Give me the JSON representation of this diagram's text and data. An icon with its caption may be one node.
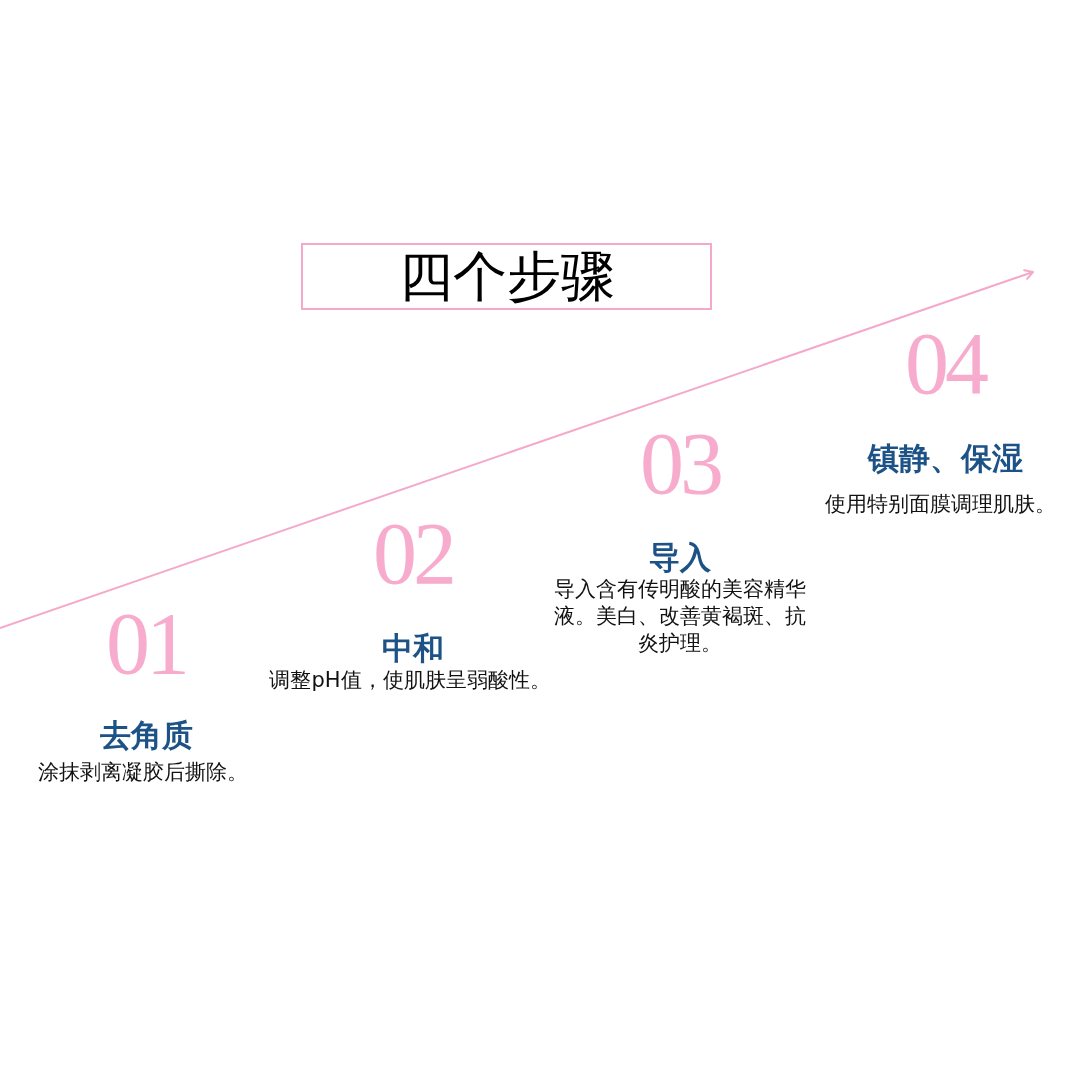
{
  "diagram": {
    "nodes": [
      {
        "text": [
          "四个步骤"
        ]
      }
    ],
    "edges": [],
    "labels": [
      "01",
      "去角质",
      "涂抹剥离凝胶后撕除。",
      "02",
      "中和",
      "调整pH值，使肌肤呈弱酸性。",
      "03",
      "导入",
      "导入含有传明酸的美容精华液。美白、改善黄褐斑、抗炎护理。",
      "04",
      "镇静、保湿",
      "使用特别面膜调理肌肤。"
    ]
  }
}
